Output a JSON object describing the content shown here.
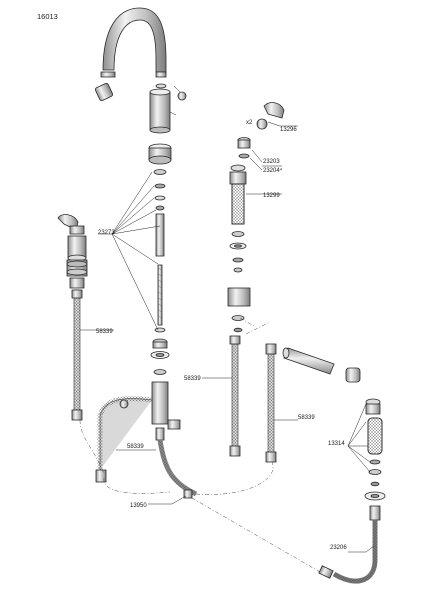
{
  "drawing": {
    "number": "16013"
  },
  "part_labels": {
    "p13296": "13296",
    "qty_x2": "x2",
    "p23203": "23203",
    "p23204": "23204⁴",
    "p13299": "13299",
    "p23273": "23273",
    "p58339_left": "58339",
    "p58339_center": "58339",
    "p58339_right": "58339",
    "p58339_lower": "58339",
    "p13314": "13314",
    "p13950": "13950",
    "p23206": "23206"
  },
  "colors": {
    "line": "#222222",
    "metal_light": "#e6e6e6",
    "metal_dark": "#9a9a9a",
    "hose_fill": "#d9d9d9"
  }
}
